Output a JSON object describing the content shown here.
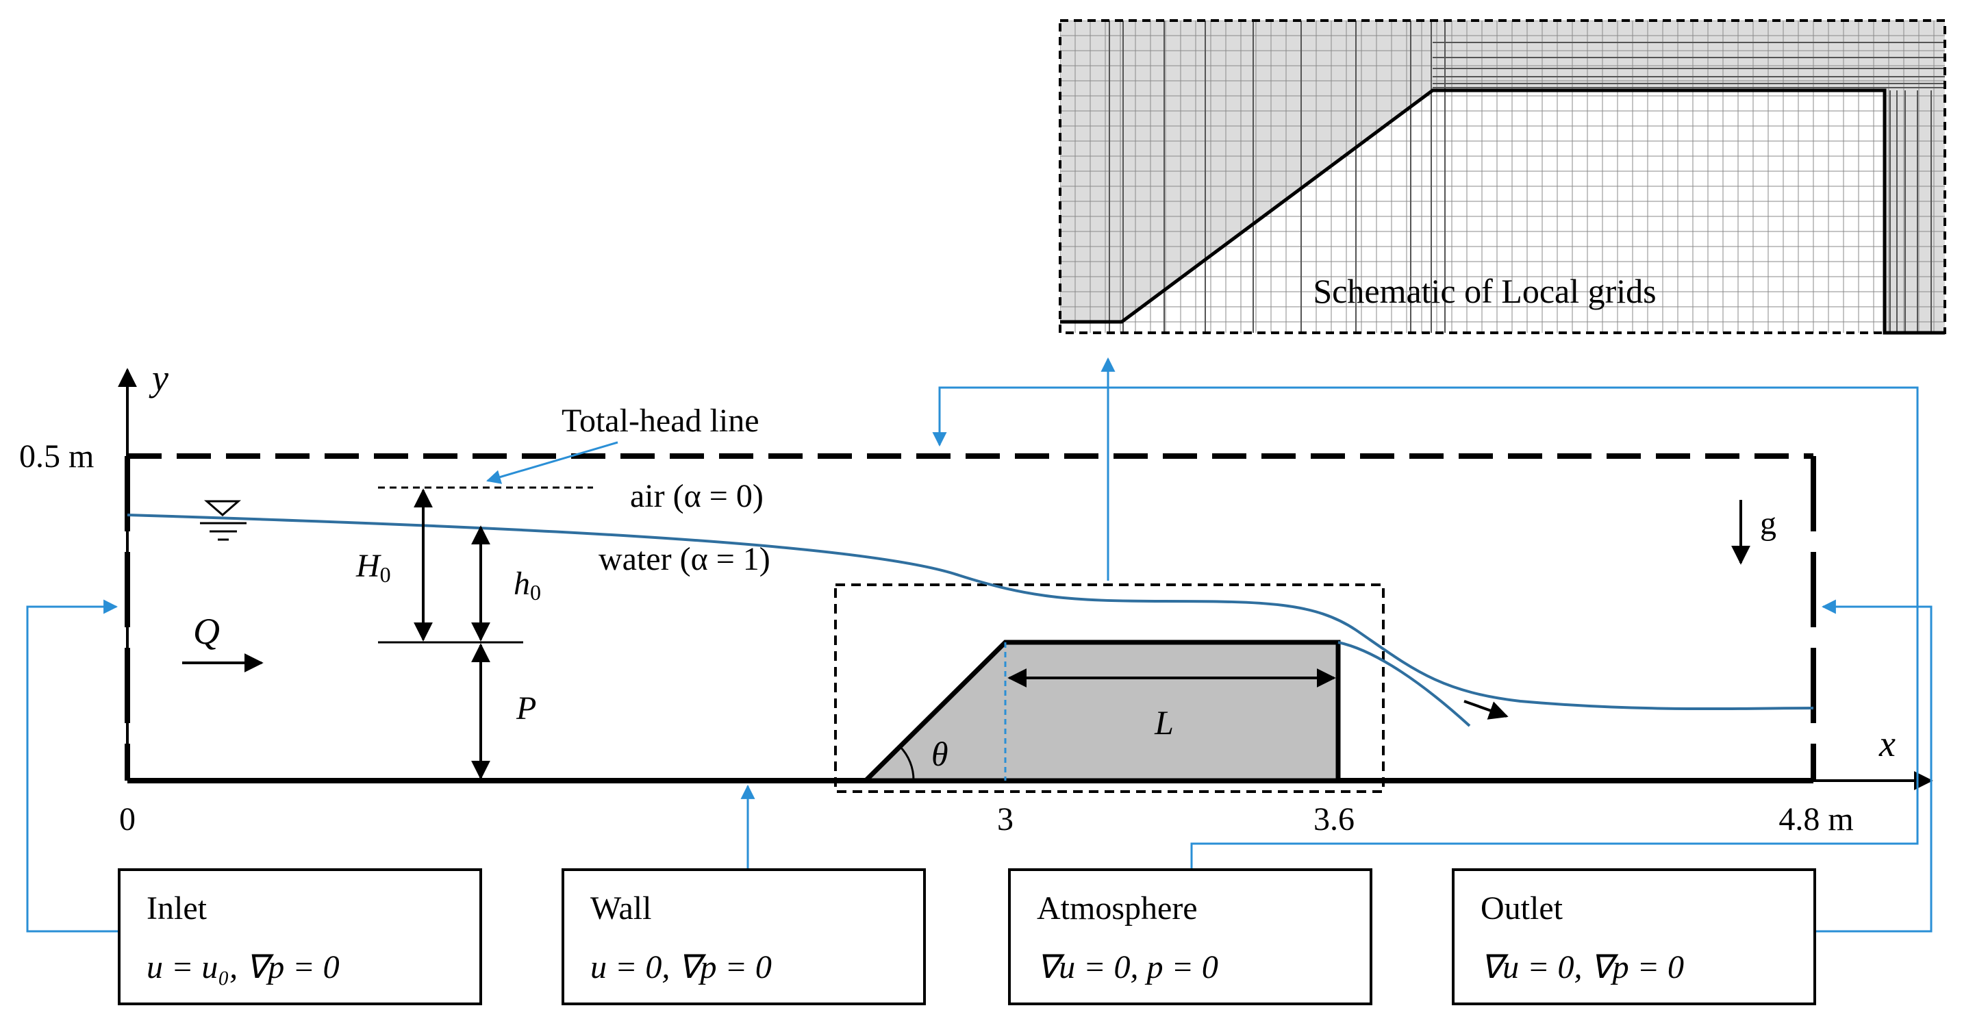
{
  "inset": {
    "caption": "Schematic of Local grids"
  },
  "axes": {
    "y_label": "y",
    "x_label": "x",
    "y_top": "0.5 m",
    "x_ticks": [
      "0",
      "3",
      "3.6",
      "4.8 m"
    ]
  },
  "labels": {
    "total_head": "Total-head line",
    "air": "air (α = 0)",
    "water": "water (α = 1)",
    "gravity": "g",
    "flow": "Q",
    "H0_main": "H",
    "H0_sub": "0",
    "h0_main": "h",
    "h0_sub": "0",
    "P": "P",
    "L": "L",
    "theta": "θ"
  },
  "boundaries": [
    {
      "name": "Inlet",
      "condition": "u = u₀, ∇p = 0"
    },
    {
      "name": "Wall",
      "condition": "u = 0, ∇p = 0"
    },
    {
      "name": "Atmosphere",
      "condition": "∇u = 0, p = 0"
    },
    {
      "name": "Outlet",
      "condition": "∇u = 0, ∇p = 0"
    }
  ],
  "colors": {
    "connector": "#2a8fd6",
    "water_line": "#2f6f9f",
    "weir_fill": "#c0c0c0"
  }
}
